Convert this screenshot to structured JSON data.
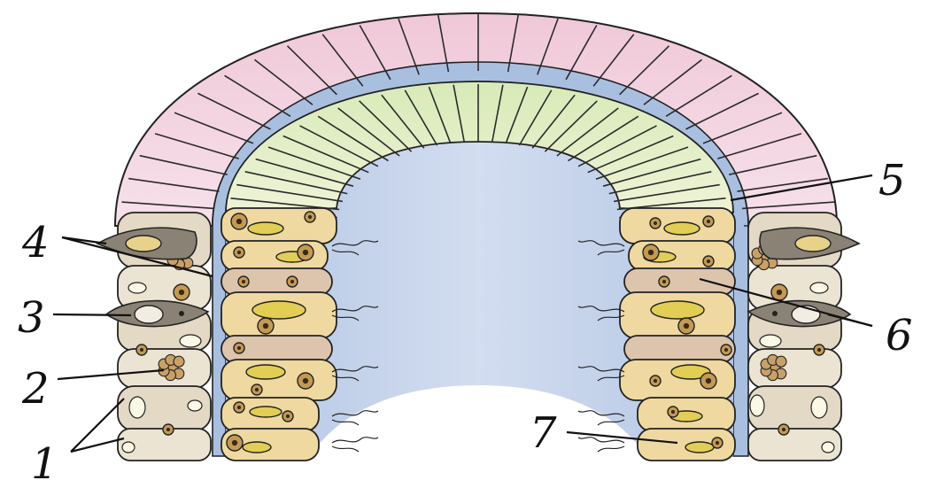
{
  "labels": {
    "n1": "1",
    "n2": "2",
    "n3": "3",
    "n4": "4",
    "n5": "5",
    "n6": "6",
    "n7": "7"
  },
  "colors": {
    "ectoderm": "#f3d4e0",
    "basement": "#a9bfe0",
    "cavity": "#c9d5ea",
    "endoderm_top": "#e2eec6",
    "cell_yellow": "#efd9a0",
    "cell_tan": "#ddc4ac",
    "cell_beige": "#e7ddc9",
    "nucleus": "#c39a55",
    "yolk": "#e2cd55",
    "outline": "#222222"
  }
}
